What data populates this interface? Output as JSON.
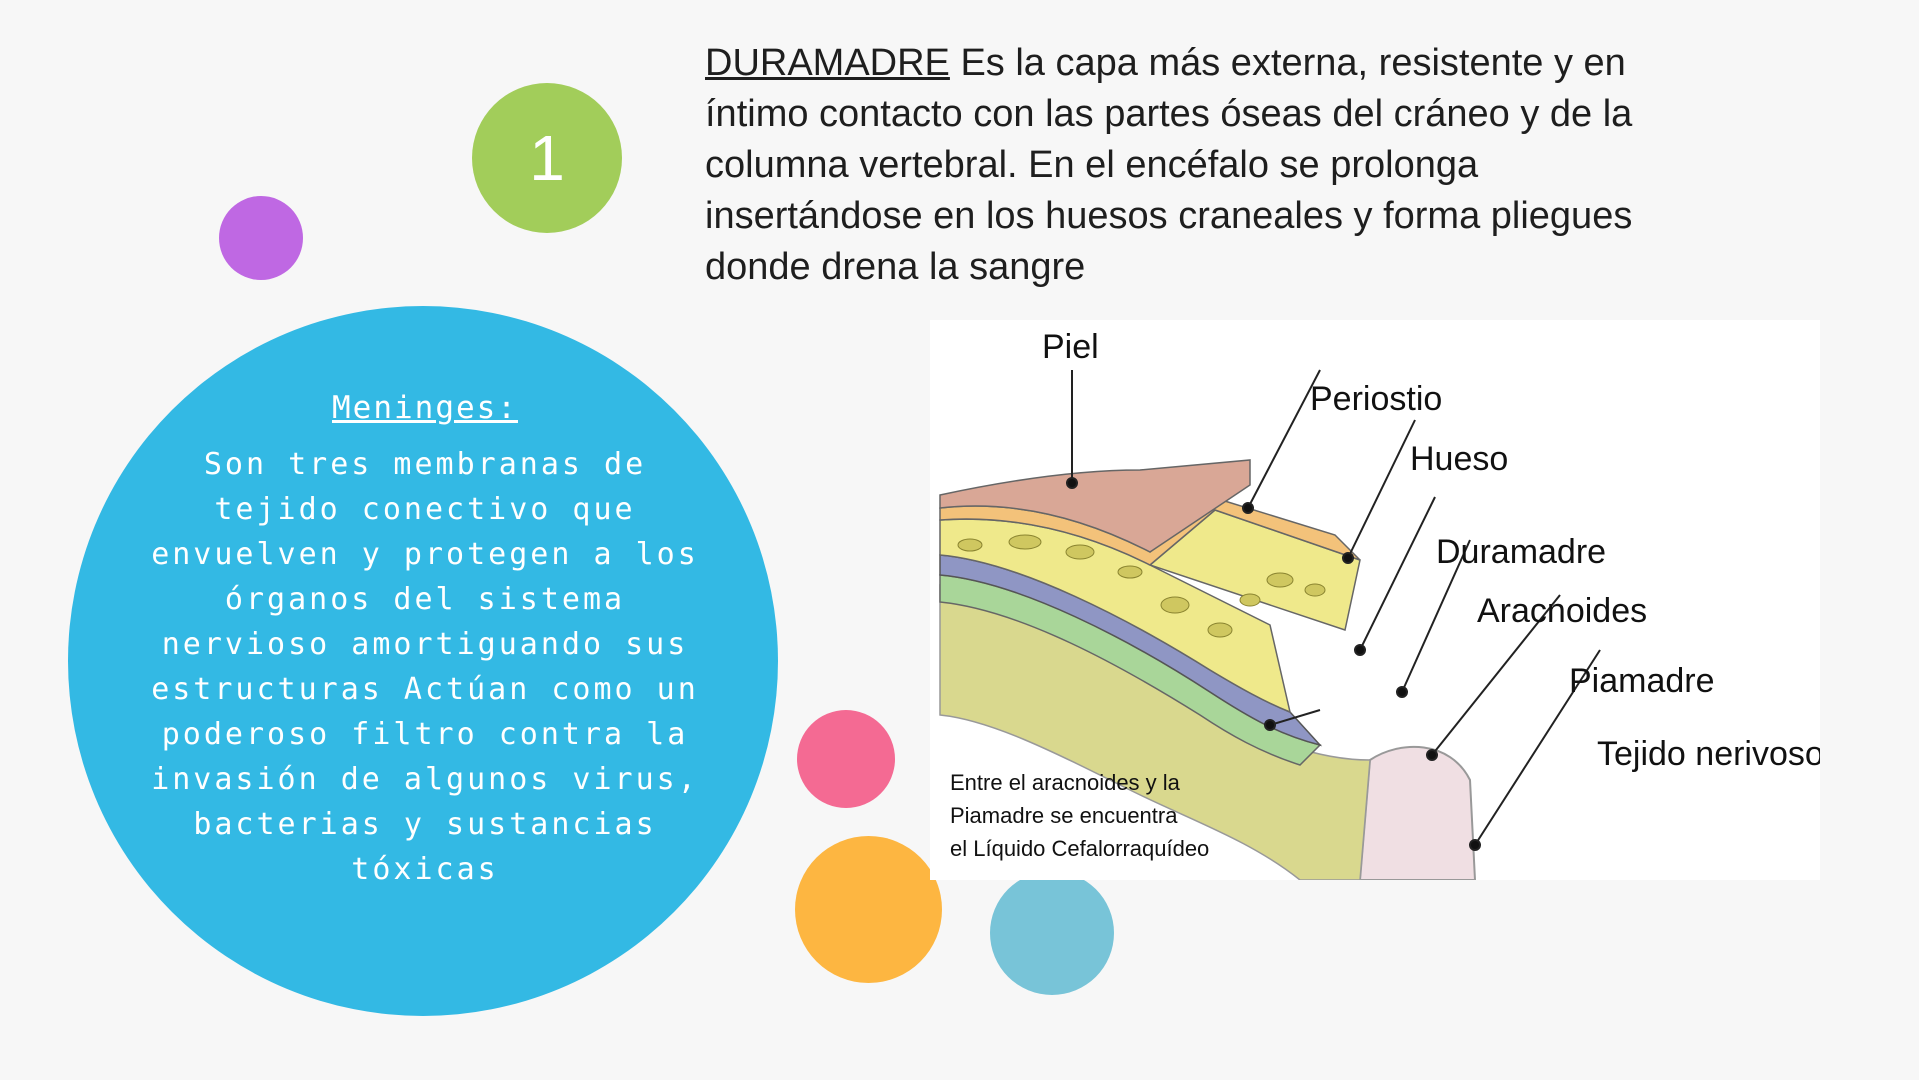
{
  "slide_number": "1",
  "top_text": {
    "term": "DURAMADRE",
    "description": " Es la capa más externa, resistente y en íntimo contacto con las partes óseas del cráneo y de la columna vertebral. En el encéfalo se prolonga insertándose en los huesos craneales y forma pliegues donde drena la sangre"
  },
  "circle": {
    "heading": "Meninges:",
    "body": "Son tres membranas de tejido conectivo que envuelven y protegen a los órganos del sistema nervioso amortiguando sus estructuras Actúan como un poderoso filtro contra la invasión de algunos virus, bacterias y sustancias tóxicas"
  },
  "diagram": {
    "labels": {
      "piel": "Piel",
      "periostio": "Periostio",
      "hueso": "Hueso",
      "duramadre": "Duramadre",
      "aracnoides": "Aracnoides",
      "piamadre": "Piamadre",
      "tejido": "Tejido nerivoso"
    },
    "note": [
      "Entre el aracnoides y la",
      "Piamadre se encuentra",
      "el Líquido Cefalorraquídeo"
    ]
  },
  "colors": {
    "background": "#f7f7f7",
    "main_circle": "#33b9e4",
    "number_circle": "#a2cd5a",
    "purple_dot": "#bf68e3",
    "pink_dot": "#f46a93",
    "orange_dot": "#fdb641",
    "teal_dot": "#78c4d8"
  }
}
